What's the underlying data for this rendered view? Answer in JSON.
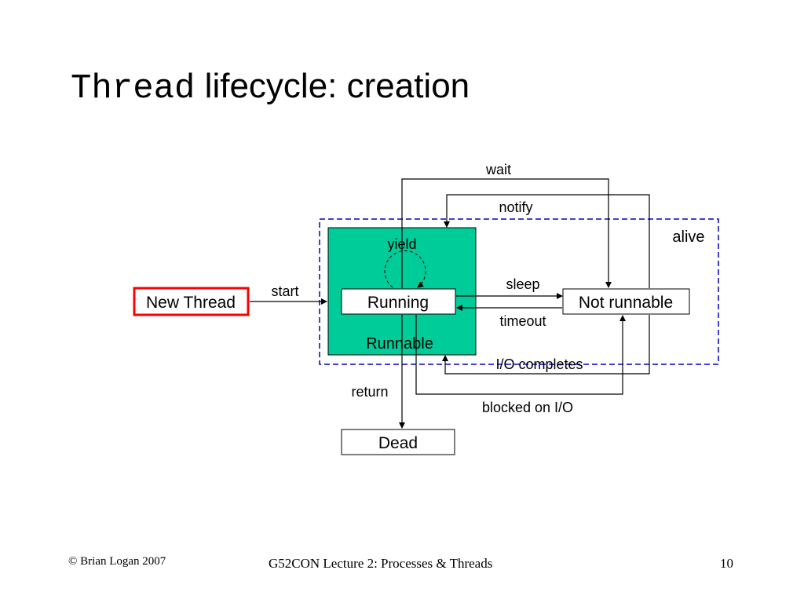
{
  "title": {
    "code_part": "Thread",
    "text_part": "lifecycle: creation"
  },
  "diagram": {
    "states": {
      "new_thread": "New Thread",
      "running": "Running",
      "not_runnable": "Not runnable",
      "dead": "Dead"
    },
    "regions": {
      "runnable": "Runnable",
      "alive": "alive"
    },
    "transitions": {
      "start": "start",
      "yield": "yield",
      "wait": "wait",
      "notify": "notify",
      "sleep": "sleep",
      "timeout": "timeout",
      "io_completes": "I/O completes",
      "blocked_on_io": "blocked on I/O",
      "return": "return"
    },
    "colors": {
      "runnable_fill": "#00cc99",
      "new_thread_border": "#ff0000",
      "alive_border": "#0000cc"
    }
  },
  "footer": {
    "copyright": "© Brian Logan 2007",
    "course": "G52CON Lecture 2: Processes & Threads",
    "page_number": "10"
  }
}
